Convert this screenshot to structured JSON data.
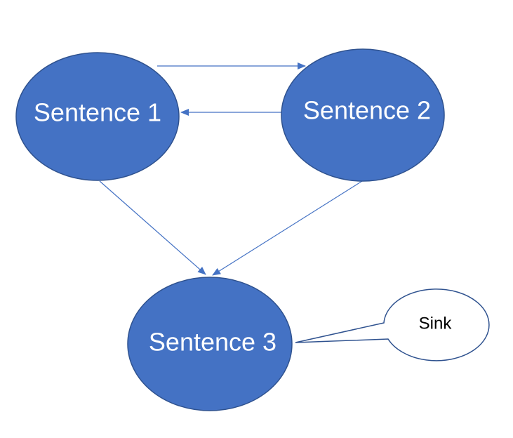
{
  "nodes": {
    "sentence1": {
      "label": "Sentence 1"
    },
    "sentence2": {
      "label": "Sentence 2"
    },
    "sentence3": {
      "label": "Sentence 3"
    }
  },
  "edges": [
    {
      "from": "Sentence 1",
      "to": "Sentence 2"
    },
    {
      "from": "Sentence 2",
      "to": "Sentence 1"
    },
    {
      "from": "Sentence 1",
      "to": "Sentence 3"
    },
    {
      "from": "Sentence 2",
      "to": "Sentence 3"
    }
  ],
  "callout": {
    "label": "Sink",
    "target": "Sentence 3"
  },
  "colors": {
    "node_fill": "#4472c4",
    "node_stroke": "#2f528f",
    "edge": "#4472c4",
    "callout_fill": "#ffffff"
  }
}
